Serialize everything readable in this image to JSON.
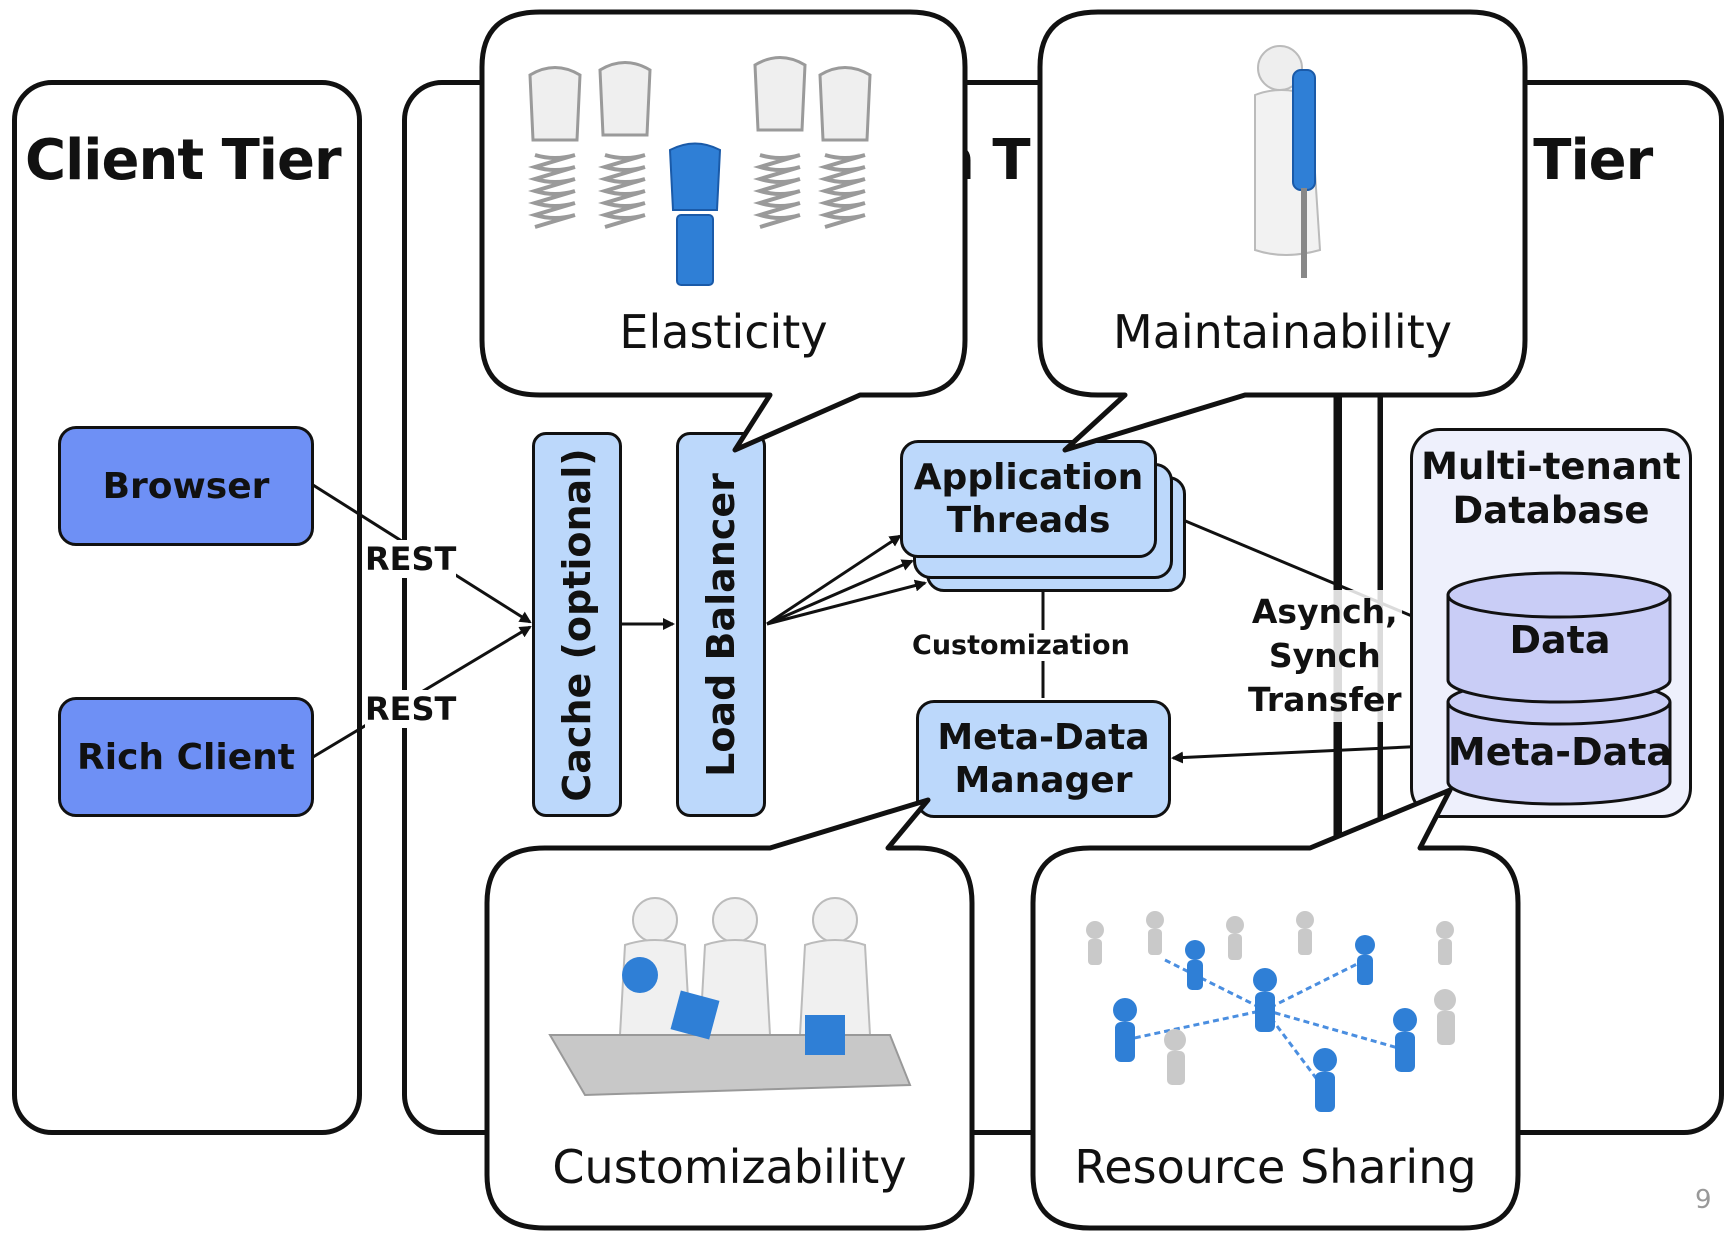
{
  "tiers": {
    "client": "Client Tier",
    "application_fragment": "n T",
    "data_fragment": "a Tier"
  },
  "clients": {
    "browser": "Browser",
    "rich_client": "Rich Client"
  },
  "edges": {
    "rest_1": "REST",
    "rest_2": "REST",
    "customization": "Customization",
    "async_line1": "Asynch,",
    "async_line2": "Synch",
    "async_line3": "Transfer"
  },
  "app_tier": {
    "cache": "Cache (optional)",
    "load_balancer": "Load Balancer",
    "threads_line1": "Application",
    "threads_line2": "Threads",
    "meta_manager_line1": "Meta-Data",
    "meta_manager_line2": "Manager"
  },
  "data_tier": {
    "db_title_line1": "Multi-tenant",
    "db_title_line2": "Database",
    "data": "Data",
    "meta_data": "Meta-Data"
  },
  "bubbles": {
    "elasticity": "Elasticity",
    "maintainability": "Maintainability",
    "customizability": "Customizability",
    "resource_sharing": "Resource Sharing"
  },
  "page_number": "9",
  "colors": {
    "client_box": "#6e90f5",
    "app_box": "#bcd8fb",
    "db_panel": "#eef0fc",
    "db_cylinder": "#c9cdf6",
    "figure_blue": "#2f7fd6",
    "outline": "#111111"
  }
}
